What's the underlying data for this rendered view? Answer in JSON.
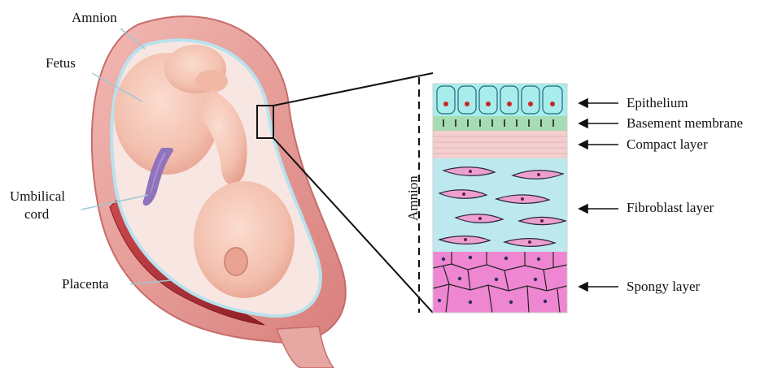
{
  "diagram": {
    "left_labels": {
      "amnion": "Amnion",
      "fetus": "Fetus",
      "umbilical_line1": "Umbilical",
      "umbilical_line2": "cord",
      "placenta": "Placenta"
    },
    "layers_title": "Amnion",
    "layers": [
      {
        "label": "Epithelium",
        "color": "#a9ecec"
      },
      {
        "label": "Basement membrane",
        "color": "#a6dcb3"
      },
      {
        "label": "Compact layer",
        "color": "#f3cfcf"
      },
      {
        "label": "Fibroblast layer",
        "color": "#bde8ee"
      },
      {
        "label": "Spongy layer",
        "color": "#ee86d2"
      }
    ],
    "colors": {
      "uterus_wall": "#e9a6a2",
      "amnion_line": "#b8e2ee",
      "fetus_skin": "#f4c6b6",
      "cord": "#a98fd0",
      "placenta": "#b8323a"
    }
  }
}
